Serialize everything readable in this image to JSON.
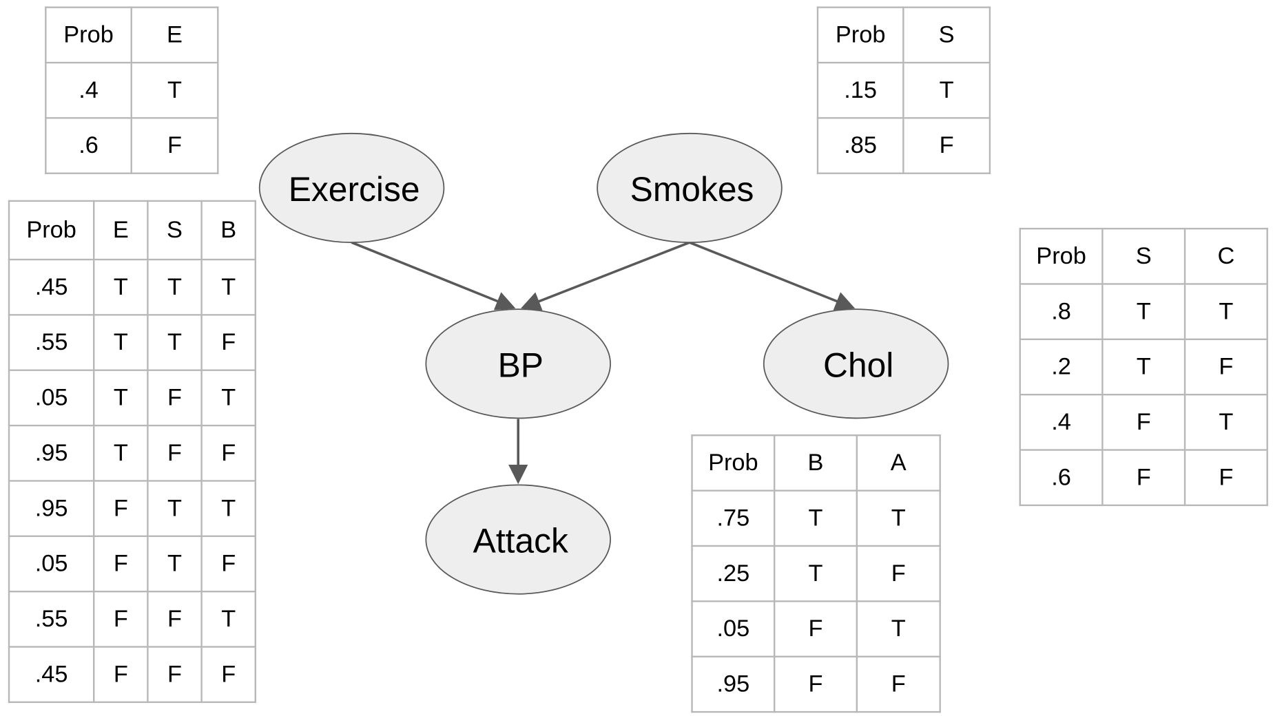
{
  "colors": {
    "node_fill": "#eeeeee",
    "node_stroke": "#595959",
    "edge": "#595959",
    "table_border": "#b7b7b7"
  },
  "nodes": {
    "exercise": "Exercise",
    "smokes": "Smokes",
    "bp": "BP",
    "chol": "Chol",
    "attack": "Attack"
  },
  "edges": [
    {
      "from": "Exercise",
      "to": "BP"
    },
    {
      "from": "Smokes",
      "to": "BP"
    },
    {
      "from": "Smokes",
      "to": "Chol"
    },
    {
      "from": "BP",
      "to": "Attack"
    }
  ],
  "tables": {
    "exercise": {
      "headers": [
        "Prob",
        "E"
      ],
      "rows": [
        [
          ".4",
          "T"
        ],
        [
          ".6",
          "F"
        ]
      ]
    },
    "smokes": {
      "headers": [
        "Prob",
        "S"
      ],
      "rows": [
        [
          ".15",
          "T"
        ],
        [
          ".85",
          "F"
        ]
      ]
    },
    "bp": {
      "headers": [
        "Prob",
        "E",
        "S",
        "B"
      ],
      "rows": [
        [
          ".45",
          "T",
          "T",
          "T"
        ],
        [
          ".55",
          "T",
          "T",
          "F"
        ],
        [
          ".05",
          "T",
          "F",
          "T"
        ],
        [
          ".95",
          "T",
          "F",
          "F"
        ],
        [
          ".95",
          "F",
          "T",
          "T"
        ],
        [
          ".05",
          "F",
          "T",
          "F"
        ],
        [
          ".55",
          "F",
          "F",
          "T"
        ],
        [
          ".45",
          "F",
          "F",
          "F"
        ]
      ]
    },
    "chol": {
      "headers": [
        "Prob",
        "S",
        "C"
      ],
      "rows": [
        [
          ".8",
          "T",
          "T"
        ],
        [
          ".2",
          "T",
          "F"
        ],
        [
          ".4",
          "F",
          "T"
        ],
        [
          ".6",
          "F",
          "F"
        ]
      ]
    },
    "attack": {
      "headers": [
        "Prob",
        "B",
        "A"
      ],
      "rows": [
        [
          ".75",
          "T",
          "T"
        ],
        [
          ".25",
          "T",
          "F"
        ],
        [
          ".05",
          "F",
          "T"
        ],
        [
          ".95",
          "F",
          "F"
        ]
      ]
    }
  }
}
